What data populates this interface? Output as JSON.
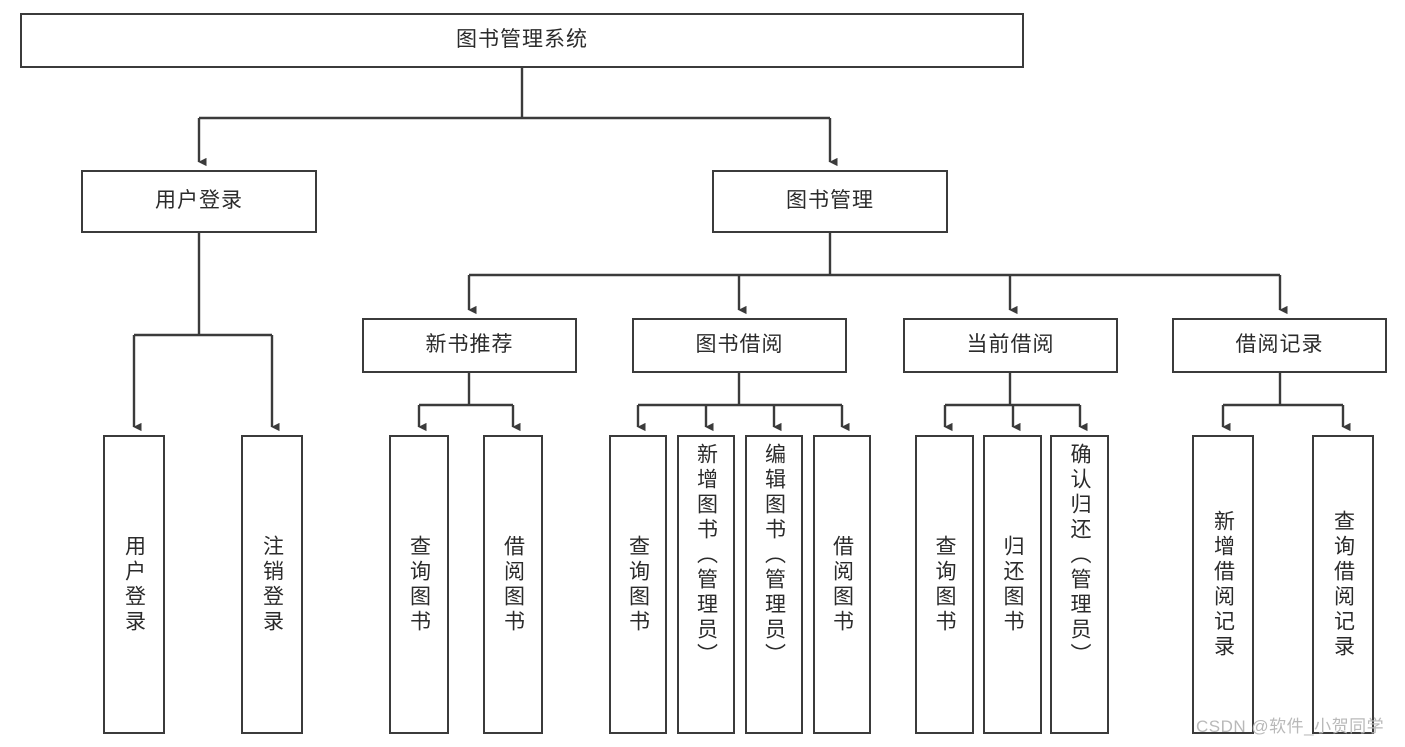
{
  "diagram": {
    "type": "hierarchy-flowchart",
    "title": "图书管理系统",
    "colors": {
      "box_border": "#3b3b3b",
      "box_fill": "#ffffff",
      "text": "#2b2b2b",
      "connector": "#3b3b3b",
      "watermark": "#b9b9b9",
      "background": "#ffffff"
    },
    "levels": {
      "level1": [
        {
          "id": "root",
          "label": "图书管理系统",
          "orientation": "horizontal"
        }
      ],
      "level2": [
        {
          "id": "user-login",
          "label": "用户登录",
          "orientation": "horizontal",
          "parent": "root"
        },
        {
          "id": "book-manage",
          "label": "图书管理",
          "orientation": "horizontal",
          "parent": "root"
        }
      ],
      "level3": [
        {
          "id": "new-book-rec",
          "label": "新书推荐",
          "orientation": "horizontal",
          "parent": "book-manage"
        },
        {
          "id": "book-borrow",
          "label": "图书借阅",
          "orientation": "horizontal",
          "parent": "book-manage"
        },
        {
          "id": "current-borrow",
          "label": "当前借阅",
          "orientation": "horizontal",
          "parent": "book-manage"
        },
        {
          "id": "borrow-record",
          "label": "借阅记录",
          "orientation": "horizontal",
          "parent": "book-manage"
        }
      ],
      "leaves": [
        {
          "id": "leaf-user-login",
          "label": "用户登录",
          "orientation": "vertical",
          "parent": "user-login"
        },
        {
          "id": "leaf-logout",
          "label": "注销登录",
          "orientation": "vertical",
          "parent": "user-login"
        },
        {
          "id": "leaf-query-book-1",
          "label": "查询图书",
          "orientation": "vertical",
          "parent": "new-book-rec"
        },
        {
          "id": "leaf-borrow-book-1",
          "label": "借阅图书",
          "orientation": "vertical",
          "parent": "new-book-rec"
        },
        {
          "id": "leaf-query-book-2",
          "label": "查询图书",
          "orientation": "vertical",
          "parent": "book-borrow"
        },
        {
          "id": "leaf-add-book",
          "label": "新增图书（管理员）",
          "orientation": "vertical",
          "parent": "book-borrow"
        },
        {
          "id": "leaf-edit-book",
          "label": "编辑图书（管理员）",
          "orientation": "vertical",
          "parent": "book-borrow"
        },
        {
          "id": "leaf-borrow-book-2",
          "label": "借阅图书",
          "orientation": "vertical",
          "parent": "book-borrow"
        },
        {
          "id": "leaf-query-book-3",
          "label": "查询图书",
          "orientation": "vertical",
          "parent": "current-borrow"
        },
        {
          "id": "leaf-return-book",
          "label": "归还图书",
          "orientation": "vertical",
          "parent": "current-borrow"
        },
        {
          "id": "leaf-confirm-return",
          "label": "确认归还（管理员）",
          "orientation": "vertical",
          "parent": "current-borrow"
        },
        {
          "id": "leaf-add-record",
          "label": "新增借阅记录",
          "orientation": "vertical",
          "parent": "borrow-record"
        },
        {
          "id": "leaf-query-record",
          "label": "查询借阅记录",
          "orientation": "vertical",
          "parent": "borrow-record"
        }
      ]
    },
    "watermark": "CSDN @软件_小贺同学"
  }
}
